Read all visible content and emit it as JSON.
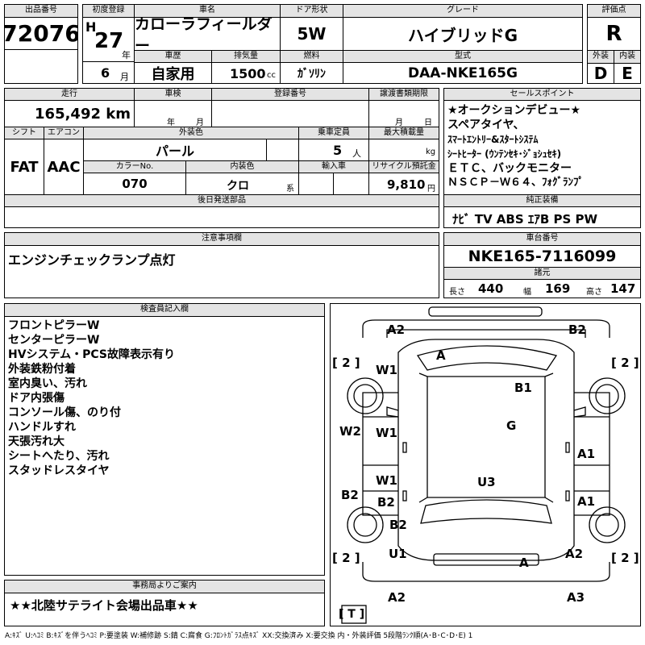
{
  "top": {
    "hdr_lot": "出品番号",
    "lot": "72076",
    "hdr_reg": "初度登録",
    "era": "H",
    "year": "27",
    "year_unit": "年",
    "month": "6",
    "month_unit": "月",
    "hdr_name": "車名",
    "name": "カローラフィールダー",
    "hdr_door": "ドア形状",
    "door": "5W",
    "hdr_grade": "グレード",
    "grade": "ハイブリッドG",
    "hdr_score": "評価点",
    "score": "R",
    "hdr_ext": "外装",
    "ext": "D",
    "hdr_int": "内装",
    "int": "E",
    "hdr_history": "車歴",
    "history": "自家用",
    "hdr_disp": "排気量",
    "disp": "1500",
    "disp_unit": "cc",
    "hdr_fuel": "燃料",
    "fuel": "ｶﾞｿﾘﾝ",
    "hdr_model": "型式",
    "model": "DAA-NKE165G"
  },
  "row2": {
    "hdr_mileage": "走行",
    "mileage": "165,492 km",
    "hdr_inspect": "車検",
    "inspect_y": "年",
    "inspect_m": "月",
    "hdr_plate": "登録番号",
    "hdr_transfer": "譲渡書類期限",
    "transfer_m": "月",
    "transfer_d": "日",
    "hdr_shift": "シフト",
    "shift": "FAT",
    "hdr_ac": "エアコン",
    "ac": "AAC",
    "hdr_color": "外装色",
    "color": "パール",
    "hdr_seats": "乗車定員",
    "seats": "5",
    "seats_unit": "人",
    "hdr_load": "最大積載量",
    "load_unit": "kg",
    "hdr_colorno": "カラーNo.",
    "colorno": "070",
    "hdr_intcolor": "内装色",
    "intcolor": "クロ",
    "intcolor_unit": "系",
    "hdr_import": "輸入車",
    "hdr_recycle": "リサイクル預託金",
    "recycle": "9,810",
    "recycle_unit": "円",
    "hdr_later": "後日発送部品"
  },
  "sales": {
    "hdr": "セールスポイント",
    "lines": [
      "★オークションデビュー★",
      "スペアタイヤ、",
      "ｽﾏｰﾄｴﾝﾄﾘｰ&ｽﾀｰﾄｼｽﾃﾑ",
      "ｼｰﾄﾋｰﾀｰ (ｳﾝﾃﾝｾｷ･ｼﾞｮｼｭｾｷ)",
      "ＥＴＣ、バックモニター",
      "ＮＳＣＰ－Ｗ６４、ﾌｫｸﾞﾗﾝﾌﾟ"
    ],
    "hdr_equip": "純正装備",
    "equip": "ﾅﾋﾞ TV ABS ｴｱB PS PW"
  },
  "notes": {
    "hdr": "注意事項欄",
    "text": "エンジンチェックランプ点灯"
  },
  "chassis": {
    "hdr": "車台番号",
    "number": "NKE165-7116099",
    "hdr_spec": "諸元",
    "len_lbl": "長さ",
    "len": "440",
    "wid_lbl": "幅",
    "wid": "169",
    "hgt_lbl": "高さ",
    "hgt": "147"
  },
  "inspector": {
    "hdr": "検査員記入欄",
    "lines": [
      "フロントピラーW",
      "センターピラーW",
      "HVシステム・PCS故障表示有り",
      "外装鉄粉付着",
      "室内臭い、汚れ",
      "ドア内張傷",
      "コンソール傷、のり付",
      "ハンドルすれ",
      "天張汚れ大",
      "シートへたり、汚れ",
      "スタッドレスタイヤ"
    ]
  },
  "office": {
    "hdr": "事務局よりご案内",
    "text": "★★北陸サテライト会場出品車★★"
  },
  "diagram": {
    "A2_fl": "A2",
    "B2_fr": "B2",
    "A_front": "A",
    "B1": "B1",
    "G": "G",
    "U3": "U3",
    "W1_a": "W1",
    "W1_b": "W1",
    "W1_c": "W1",
    "W2": "W2",
    "B2_l": "B2",
    "B2_m": "B2",
    "B2_n": "B2",
    "U1": "U1",
    "A1_a": "A1",
    "A1_b": "A1",
    "A2_r": "A2",
    "A_rear": "A",
    "A2_bl": "A2",
    "A3": "A3",
    "tire_fl": "[ 2 ]",
    "tire_fr": "[ 2 ]",
    "tire_rl": "[ 2 ]",
    "tire_rr": "[ 2 ]",
    "tire_t": "[ T ]"
  },
  "legend": "A:ｷｽﾞ U:ﾍｺﾐ B:ｷｽﾞを伴うﾍｺﾐ P:要塗装 W:補修跡 S:錆 C:腐食 G:ﾌﾛﾝﾄｶﾞﾗｽ点ｷｽﾞ XX:交換済み X:要交換 内・外装評価 5段階ﾗﾝｸ順(A･B･C･D･E) 1"
}
